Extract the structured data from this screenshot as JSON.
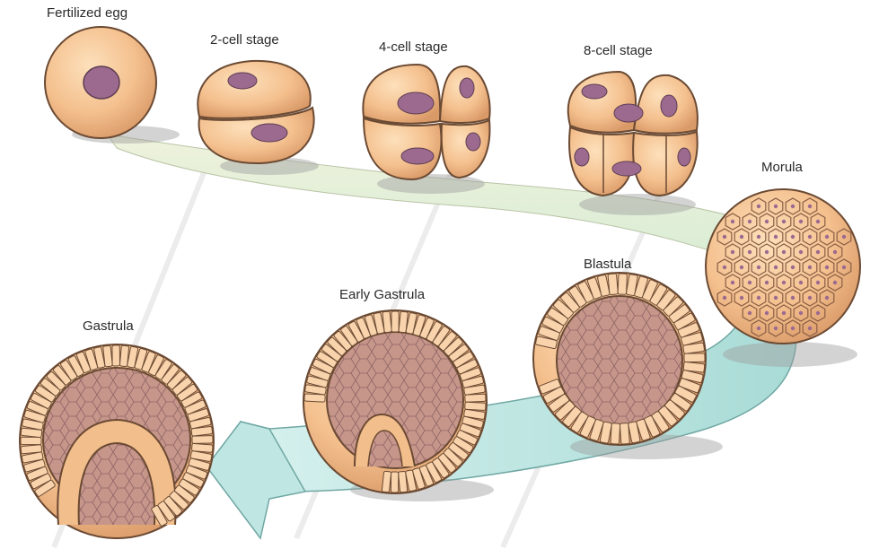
{
  "stages": [
    {
      "id": "fertilized-egg",
      "label": "Fertilized egg"
    },
    {
      "id": "2-cell",
      "label": "2-cell stage"
    },
    {
      "id": "4-cell",
      "label": "4-cell stage"
    },
    {
      "id": "8-cell",
      "label": "8-cell stage"
    },
    {
      "id": "morula",
      "label": "Morula"
    },
    {
      "id": "blastula",
      "label": "Blastula"
    },
    {
      "id": "early-gastrula",
      "label": "Early Gastrula"
    },
    {
      "id": "gastrula",
      "label": "Gastrula"
    }
  ],
  "colors": {
    "cell_fill": "#f4c08e",
    "cell_stroke": "#6b4a33",
    "nucleus": "#9c6a8f",
    "interior": "#c99a8c",
    "band_top": "#e9efd8",
    "band_bottom": "#c6e7e4",
    "shadow": "#9e9e9e"
  }
}
